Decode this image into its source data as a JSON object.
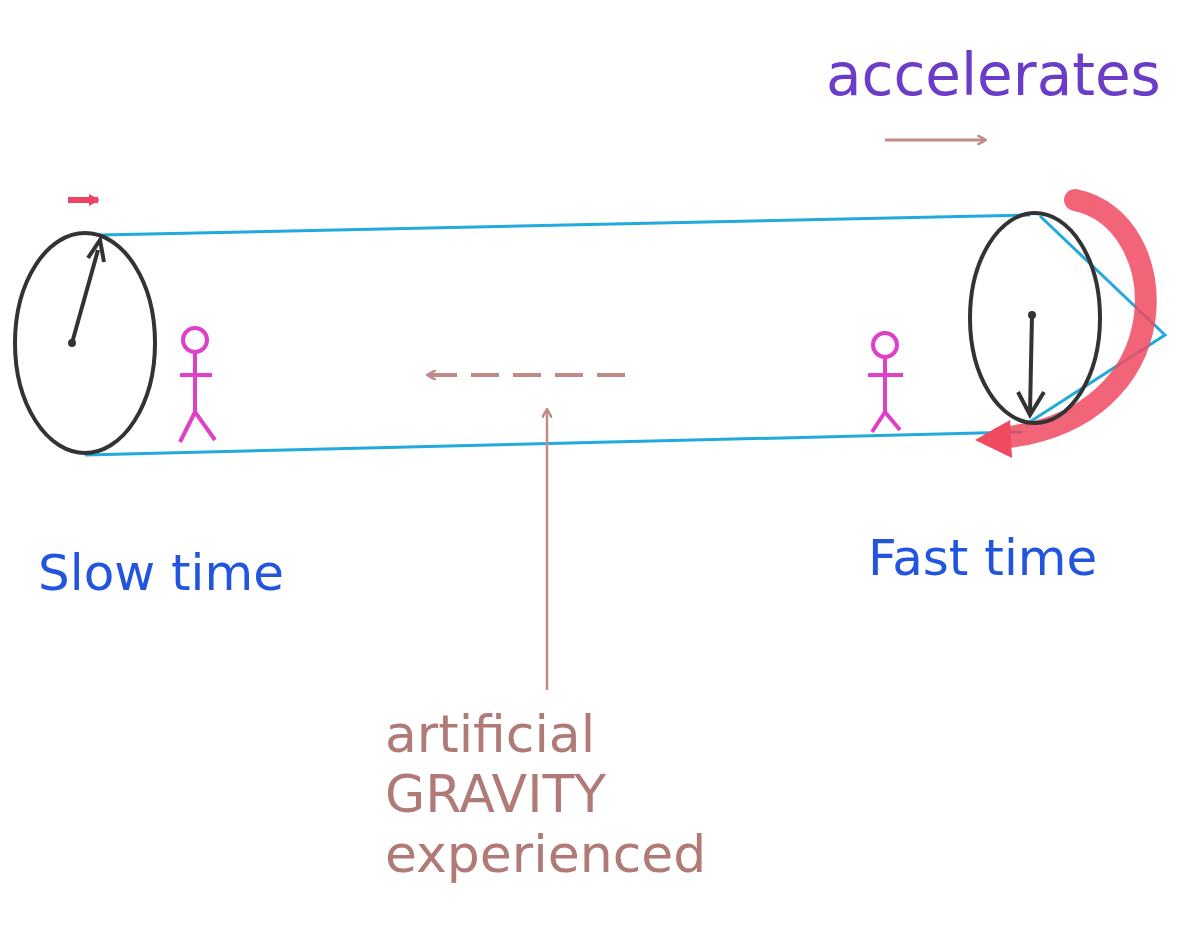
{
  "diagram": {
    "labels": [
      "accelerates",
      "Slow time",
      "Fast time",
      "artificial GRAVITY experienced"
    ]
  }
}
